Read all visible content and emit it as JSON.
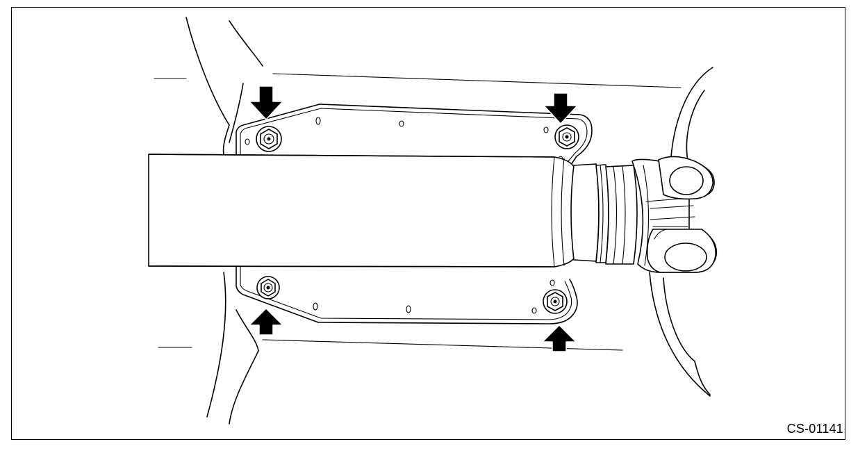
{
  "figure": {
    "code": "CS-01141"
  },
  "icons": {
    "arrow": "bolt-location-arrow",
    "nut": "hex-nut"
  }
}
